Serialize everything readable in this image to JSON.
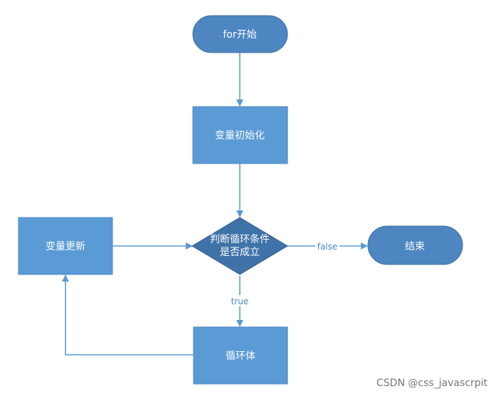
{
  "diagram": {
    "nodes": {
      "start": {
        "label": "for开始",
        "shape": "terminator"
      },
      "init": {
        "label": "变量初始化",
        "shape": "process"
      },
      "decision": {
        "line1": "判断循环条件",
        "line2": "是否成立",
        "shape": "decision"
      },
      "end": {
        "label": "结束",
        "shape": "terminator"
      },
      "update": {
        "label": "变量更新",
        "shape": "process"
      },
      "body": {
        "label": "循环体",
        "shape": "process"
      }
    },
    "edges": {
      "false_label": "false",
      "true_label": "true"
    },
    "colors": {
      "terminator_fill": "#4e86c1",
      "process_fill": "#5b9bd5",
      "decision_fill": "#3f73a8",
      "line": "#5b9bd5",
      "text": "#ffffff",
      "edge_label": "#4a86c5"
    }
  },
  "watermark": "CSDN @css_javascrpit"
}
